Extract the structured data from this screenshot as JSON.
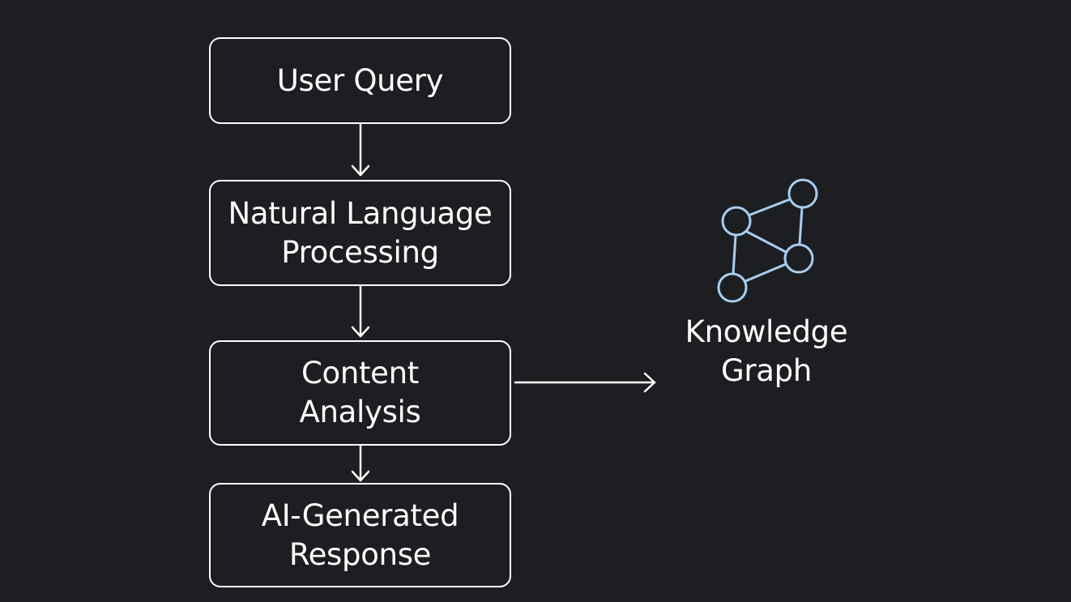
{
  "flow": {
    "steps": [
      {
        "label": "User Query"
      },
      {
        "label": "Natural Language\nProcessing"
      },
      {
        "label": "Content\nAnalysis"
      },
      {
        "label": "AI-Generated\nResponse"
      }
    ]
  },
  "knowledge_graph": {
    "label": "Knowledge\nGraph",
    "icon": "knowledge-graph-icon",
    "icon_color": "#a9cdf0"
  },
  "colors": {
    "background": "#1c1e21",
    "stroke": "#ffffff",
    "text": "#ffffff"
  }
}
